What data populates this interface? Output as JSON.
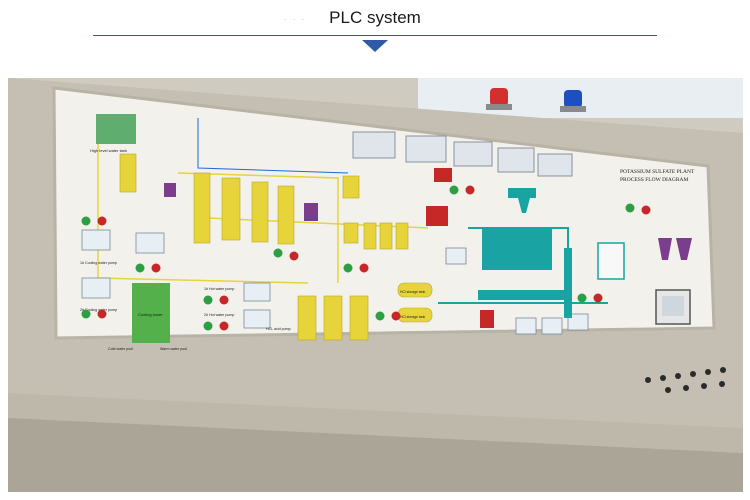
{
  "header": {
    "title": "PLC system",
    "dots": "· · ·"
  },
  "photo": {
    "panel": {
      "name_line1": "POTASSIUM SULFATE PLANT",
      "name_line2": "PROCESS FLOW DIAGRAM",
      "labels": {
        "water_tank": "High level water tank",
        "cooling_pump_a": "1# Cooling water pump",
        "cooling_pump_b": "2# Cooling water pump",
        "cooling_tower": "Cooling tower",
        "cold_pool": "Cold water pool",
        "warm_pool": "Warm water pool",
        "hot_pump_a": "1# Hot water pump",
        "hot_pump_b": "2# Hot water pump",
        "hcl_pump": "HCL acid pump",
        "hcl_storage": "HCl storage tank",
        "hcl_storage_b": "HCl storage tank"
      }
    }
  },
  "colors": {
    "accent": "#2f5aa8",
    "panel_bg": "#d6d2c6",
    "board_bg": "#f2f1ec",
    "yellow": "#e6d43a",
    "green": "#4caf50",
    "teal": "#1aa3a3",
    "red": "#c62828",
    "purple": "#7b3e8c"
  }
}
